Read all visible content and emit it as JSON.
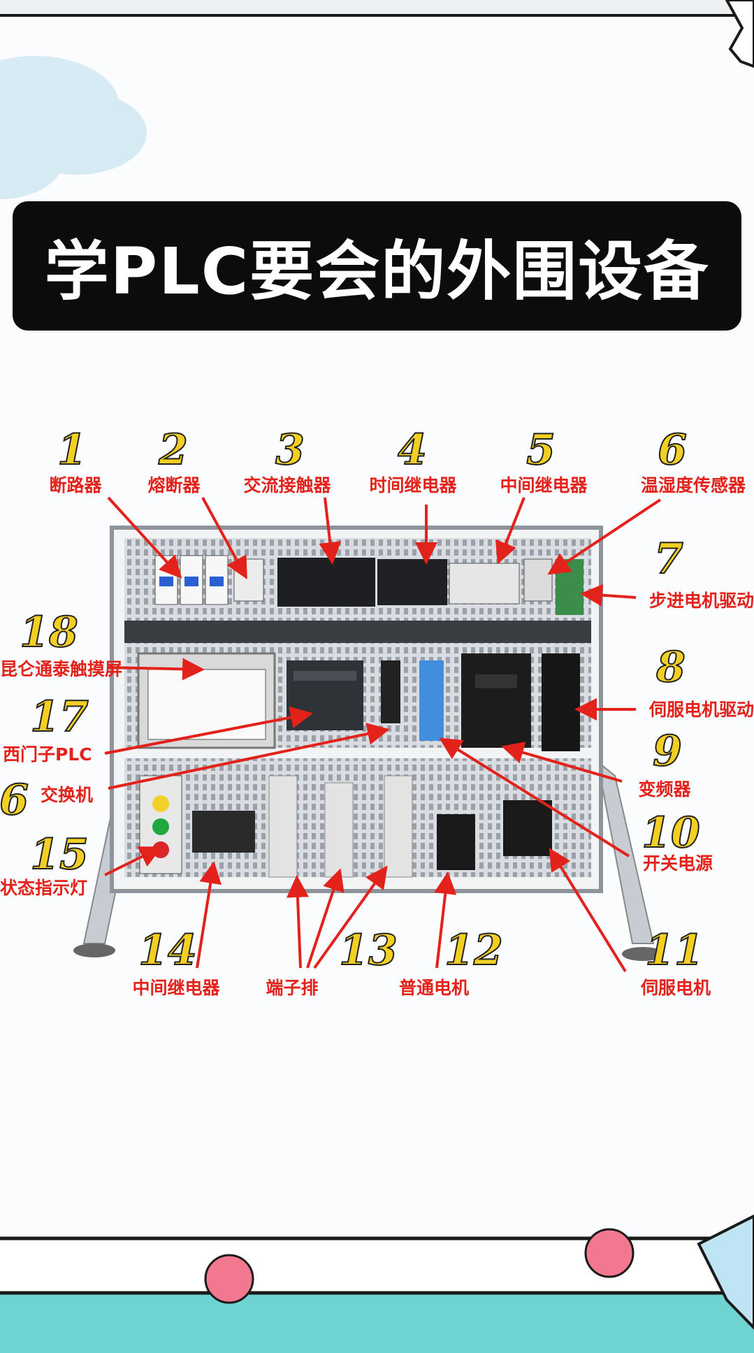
{
  "title": "学PLC要会的外围设备",
  "colors": {
    "label": "#e3221c",
    "number": "#f2cf22",
    "title_bg": "#0c0c0c",
    "title_text": "#ffffff",
    "bottom_band": "#6fd3d1",
    "dot": "#f2788f"
  },
  "components": [
    {
      "num": "1",
      "label": "断路器"
    },
    {
      "num": "2",
      "label": "熔断器"
    },
    {
      "num": "3",
      "label": "交流接触器"
    },
    {
      "num": "4",
      "label": "时间继电器"
    },
    {
      "num": "5",
      "label": "中间继电器"
    },
    {
      "num": "6",
      "label": "温湿度传感器"
    },
    {
      "num": "7",
      "label": "步进电机驱动"
    },
    {
      "num": "8",
      "label": "伺服电机驱动"
    },
    {
      "num": "9",
      "label": "变频器"
    },
    {
      "num": "10",
      "label": "开关电源"
    },
    {
      "num": "11",
      "label": "伺服电机"
    },
    {
      "num": "12",
      "label": "普通电机"
    },
    {
      "num": "13",
      "label": "端子排"
    },
    {
      "num": "14",
      "label": "中间继电器"
    },
    {
      "num": "15",
      "label": "状态指示灯"
    },
    {
      "num": "6",
      "label": "交换机"
    },
    {
      "num": "17",
      "label": "西门子PLC"
    },
    {
      "num": "18",
      "label": "昆仑通泰触摸屏"
    }
  ]
}
